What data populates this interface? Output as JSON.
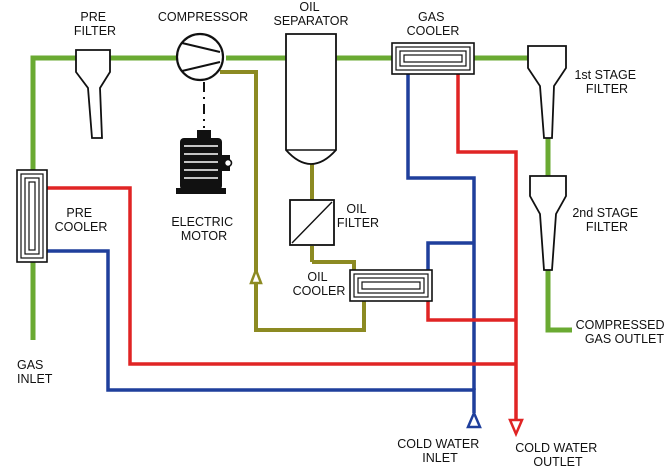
{
  "labels": {
    "pre_filter": [
      "PRE",
      "FILTER"
    ],
    "compressor": [
      "COMPRESSOR"
    ],
    "oil_separator": [
      "OIL",
      "SEPARATOR"
    ],
    "gas_cooler": [
      "GAS",
      "COOLER"
    ],
    "first_stage_filter": [
      "1st STAGE",
      "FILTER"
    ],
    "second_stage_filter": [
      "2nd STAGE",
      "FILTER"
    ],
    "electric_motor": [
      "ELECTRIC",
      "MOTOR"
    ],
    "oil_filter": [
      "OIL",
      "FILTER"
    ],
    "pre_cooler": [
      "PRE",
      "COOLER"
    ],
    "oil_cooler": [
      "OIL",
      "COOLER"
    ],
    "compressed_gas_outlet": [
      "COMPRESSED",
      "GAS OUTLET"
    ],
    "gas_inlet": [
      "GAS",
      "INLET"
    ],
    "cold_water_inlet": [
      "COLD WATER",
      "INLET"
    ],
    "cold_water_outlet": [
      "COLD WATER",
      "OUTLET"
    ]
  },
  "colors": {
    "gas_line": "#6aaa32",
    "oil_line": "#8c8a22",
    "cold_water_line": "#1f3f9c",
    "hot_water_line": "#e02424",
    "equipment_outline": "#111111"
  }
}
